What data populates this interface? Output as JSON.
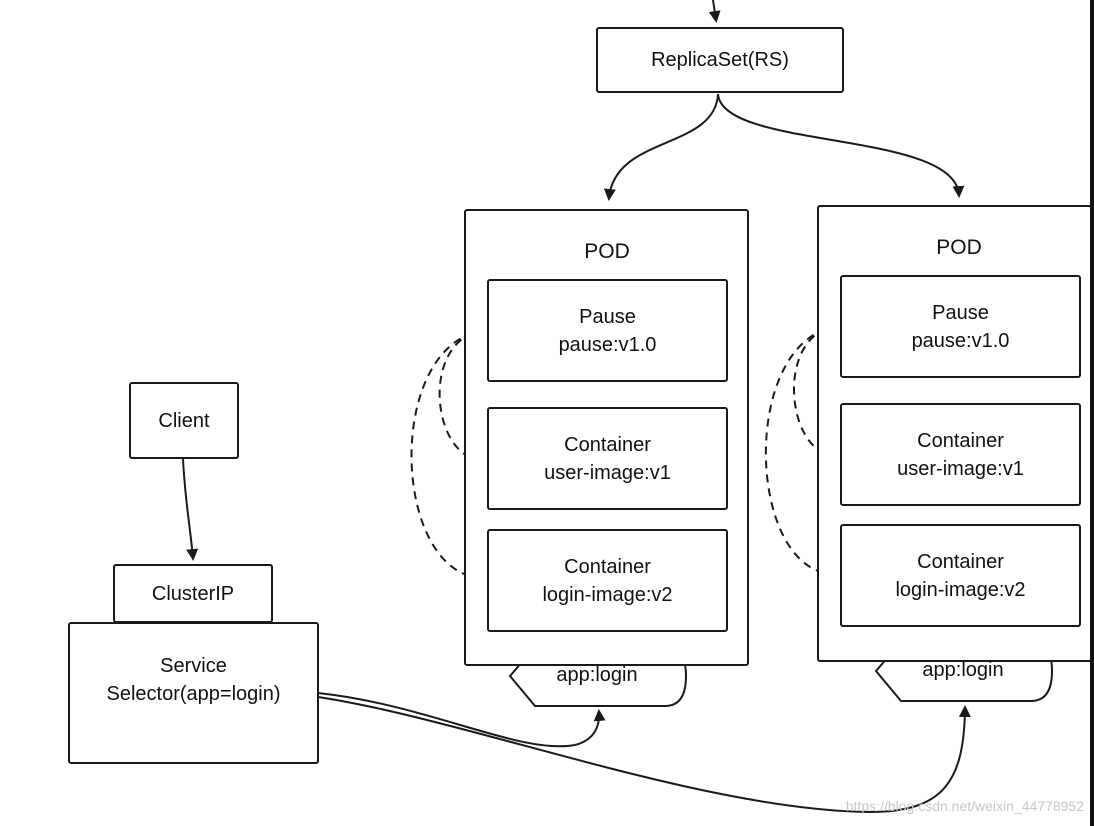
{
  "replicaset": {
    "label": "ReplicaSet(RS)"
  },
  "pods": [
    {
      "title": "POD",
      "pause": {
        "line1": "Pause",
        "line2": "pause:v1.0"
      },
      "container1": {
        "line1": "Container",
        "line2": "user-image:v1"
      },
      "container2": {
        "line1": "Container",
        "line2": "login-image:v2"
      },
      "label": "app:login"
    },
    {
      "title": "POD",
      "pause": {
        "line1": "Pause",
        "line2": "pause:v1.0"
      },
      "container1": {
        "line1": "Container",
        "line2": "user-image:v1"
      },
      "container2": {
        "line1": "Container",
        "line2": "login-image:v2"
      },
      "label": "app:login"
    }
  ],
  "client": {
    "label": "Client"
  },
  "clusterip": {
    "label": "ClusterIP"
  },
  "service": {
    "line1": "Service",
    "line2": "Selector(app=login)"
  },
  "watermark": "https://blog.csdn.net/weixin_44778952"
}
